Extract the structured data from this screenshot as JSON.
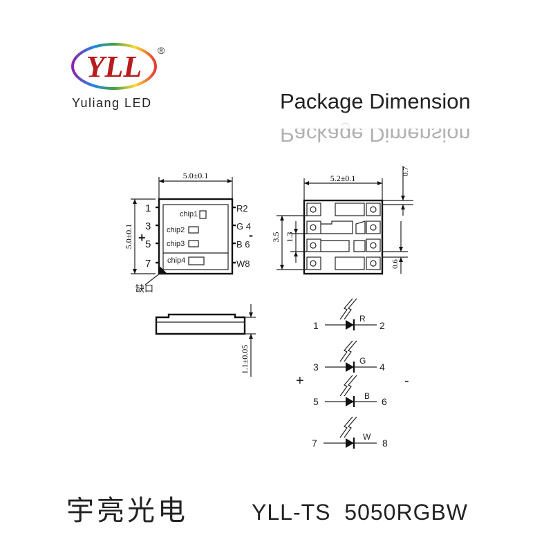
{
  "brand": {
    "logo_text": "YLL",
    "registered_mark": "®",
    "company_name": "Yuliang LED"
  },
  "title": "Package Dimension",
  "top_view": {
    "width_dim": "5.0±0.1",
    "height_dim": "5.0±0.1",
    "left_pins": [
      "1",
      "3",
      "5",
      "7"
    ],
    "right_pins": [
      "R2",
      "G 4",
      "B 6",
      "W8"
    ],
    "chips": [
      "chip1",
      "chip2",
      "chip3",
      "chip4"
    ],
    "plus": "+",
    "minus": "-",
    "notch_label": "缺口"
  },
  "side_view": {
    "width_dim": "5.2±0.1",
    "top_dim": "0.7",
    "height_dim": "3.5",
    "pitch_dim": "1.3",
    "pad_dim": "0.6"
  },
  "profile_view": {
    "thickness_dim": "1.1±0.05"
  },
  "circuit": {
    "plus": "+",
    "minus": "-",
    "leds": [
      {
        "anode": "1",
        "color": "R",
        "cathode": "2"
      },
      {
        "anode": "3",
        "color": "G",
        "cathode": "4"
      },
      {
        "anode": "5",
        "color": "B",
        "cathode": "6"
      },
      {
        "anode": "7",
        "color": "W",
        "cathode": "8"
      }
    ]
  },
  "footer": {
    "chinese_name": "宇亮光电",
    "model": "YLL-TS  5050RGBW"
  },
  "colors": {
    "logo_ring": [
      "#e53935",
      "#fdd835",
      "#43a047",
      "#1e88e5",
      "#8e24aa"
    ],
    "logo_text": "#b71c1c",
    "title_gray": "#555555"
  }
}
